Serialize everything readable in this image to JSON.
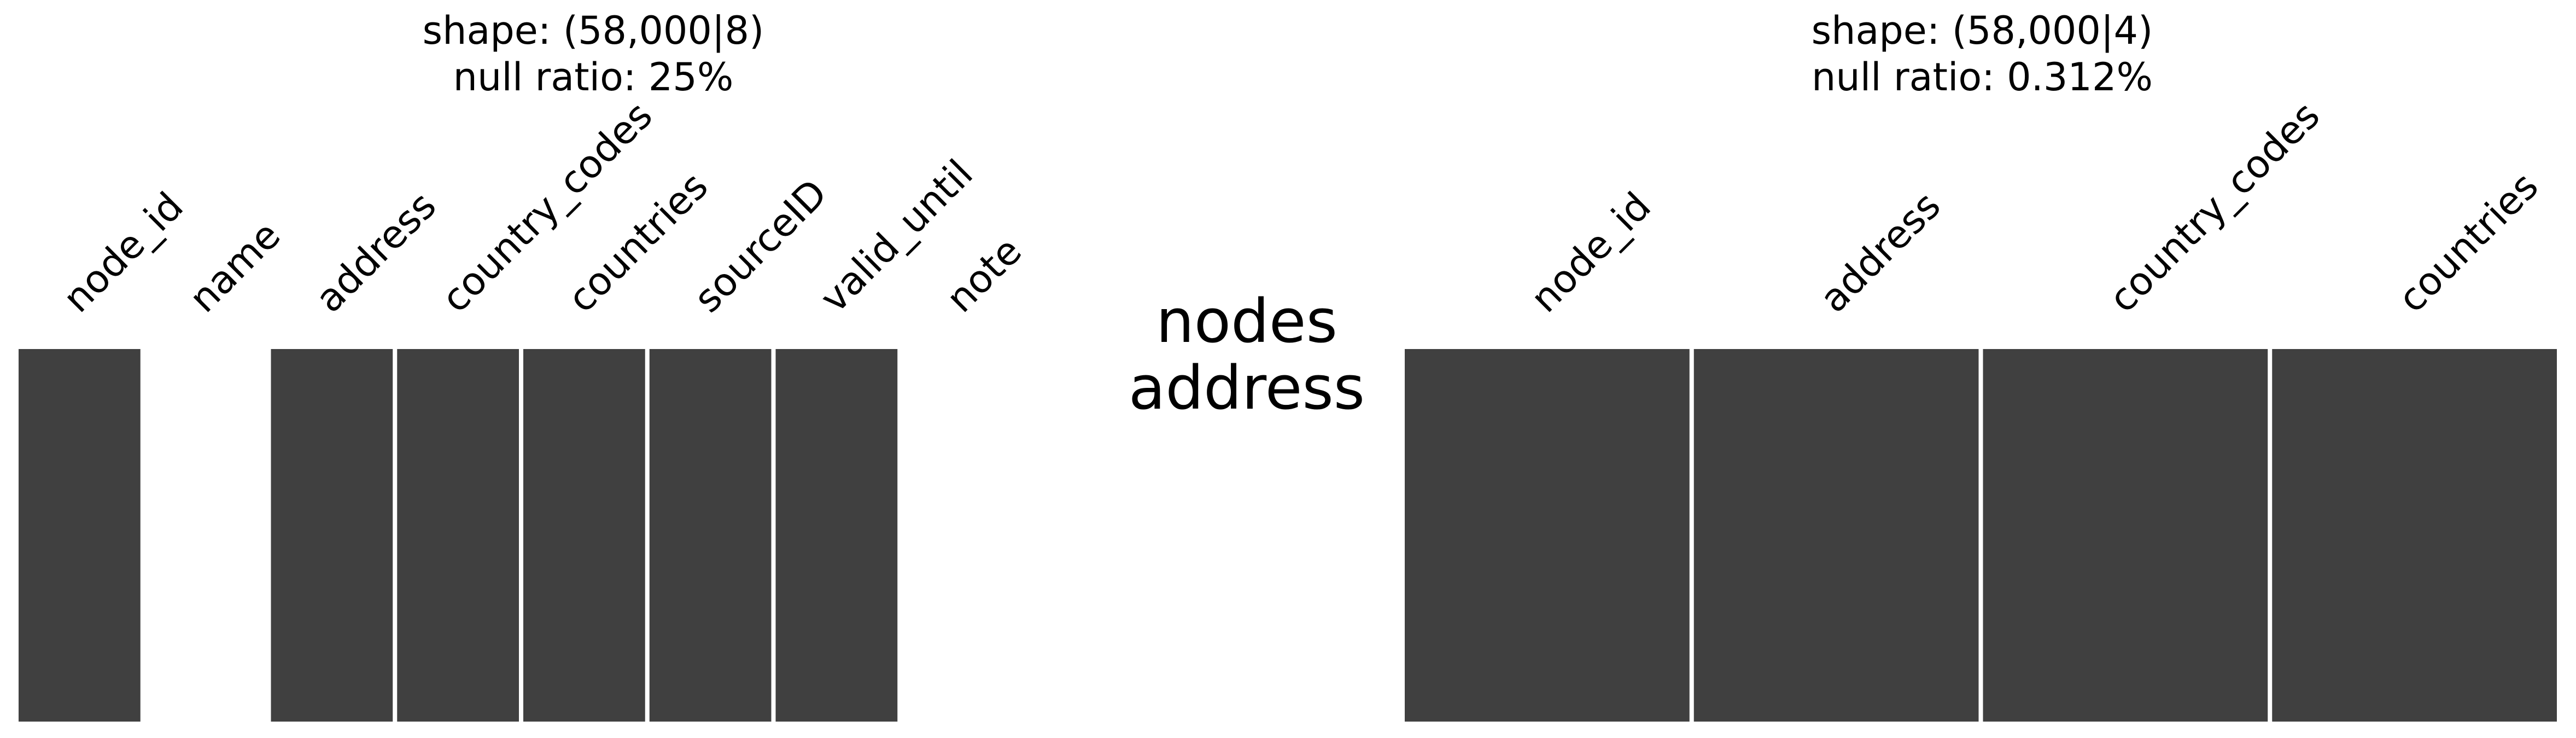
{
  "center_label": {
    "line1": "nodes",
    "line2": "address"
  },
  "bar_color": "#404040",
  "background_color": "#ffffff",
  "chart_data": [
    {
      "type": "heatmap",
      "title_line1": "shape: (58,000|8)",
      "title_line2": "null ratio: 25%",
      "columns": [
        "node_id",
        "name",
        "address",
        "country_codes",
        "countries",
        "sourceID",
        "valid_until",
        "note"
      ],
      "non_null_fraction": [
        1,
        0,
        1,
        1,
        1,
        1,
        1,
        0
      ],
      "row_count": 58000
    },
    {
      "type": "heatmap",
      "title_line1": "shape: (58,000|4)",
      "title_line2": "null ratio: 0.312%",
      "columns": [
        "node_id",
        "address",
        "country_codes",
        "countries"
      ],
      "non_null_fraction": [
        1,
        1,
        1,
        1
      ],
      "row_count": 58000
    }
  ]
}
